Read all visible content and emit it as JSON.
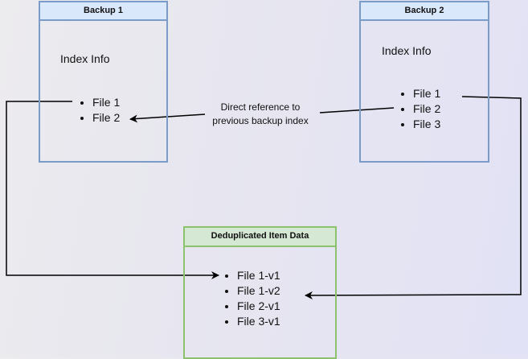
{
  "backup1": {
    "title": "Backup 1",
    "subtitle": "Index Info",
    "files": [
      "File 1",
      "File 2"
    ]
  },
  "backup2": {
    "title": "Backup 2",
    "subtitle": "Index Info",
    "files": [
      "File 1",
      "File 2",
      "File 3"
    ]
  },
  "dedup": {
    "title": "Deduplicated Item Data",
    "files": [
      "File 1-v1",
      "File 1-v2",
      "File 2-v1",
      "File 3-v1"
    ]
  },
  "edge_label": {
    "line1": "Direct reference to",
    "line2": "previous backup index"
  },
  "colors": {
    "blue_stroke": "#7b9bc9",
    "blue_fill": "#dae8fc",
    "green_stroke": "#8cc26e",
    "green_fill": "#d5e8d4"
  }
}
